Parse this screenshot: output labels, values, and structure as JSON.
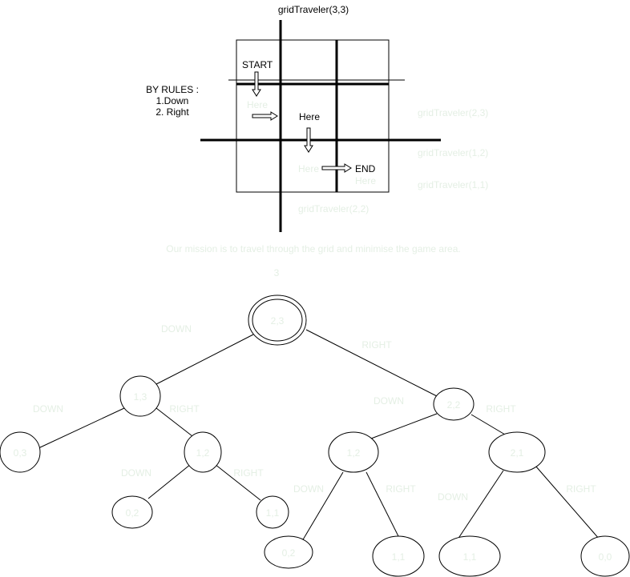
{
  "grid": {
    "title": "gridTraveler(3,3)",
    "start": "START",
    "here1": "Here",
    "here2": "Here",
    "here3": "Here",
    "here4": "Here",
    "end": "END",
    "rules_title": "BY RULES :",
    "rule_down": "1.Down",
    "rule_right": "2. Right",
    "sub_23": "gridTraveler(2,3)",
    "sub_12": "gridTraveler(1,2)",
    "sub_11": "gridTraveler(1,1)",
    "sub_22": "gridTraveler(2,2)"
  },
  "mission": "Our mission is to travel through the grid and minimise the game area.",
  "tree": {
    "result": "3",
    "nodes": {
      "root": "2,3",
      "n13": "1,3",
      "n22": "2,2",
      "n03": "0,3",
      "n12a": "1,2",
      "n02a": "0,2",
      "n11a": "1,1",
      "n12b": "1,2",
      "n21": "2,1",
      "n02b": "0,2",
      "n11b": "1,1",
      "n11c": "1,1",
      "n00": "0,0"
    },
    "edges": {
      "root_down": "DOWN",
      "root_right": "RIGHT",
      "n13_down": "DOWN",
      "n13_right": "RIGHT",
      "n22_down": "DOWN",
      "n22_right": "RIGHT",
      "n12a_down": "DOWN",
      "n12a_right": "RIGHT",
      "n12b_down": "DOWN",
      "n12b_right": "RIGHT",
      "n21_down": "DOWN",
      "n21_right": "RIGHT"
    }
  },
  "colors": {
    "ink": "#000000",
    "faint_text": "#e4efe4"
  }
}
